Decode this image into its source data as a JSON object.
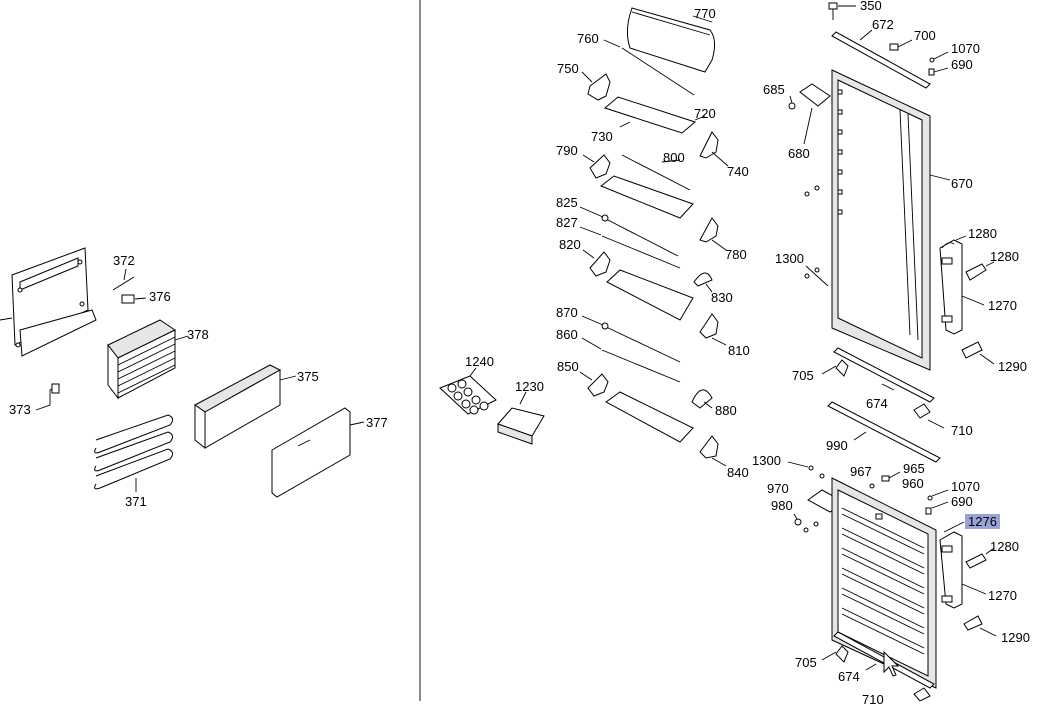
{
  "labels": [
    {
      "text": "770"
    },
    {
      "text": "760"
    },
    {
      "text": "750"
    },
    {
      "text": "720"
    },
    {
      "text": "730"
    },
    {
      "text": "790"
    },
    {
      "text": "800"
    },
    {
      "text": "740"
    },
    {
      "text": "825"
    },
    {
      "text": "827"
    },
    {
      "text": "820"
    },
    {
      "text": "780"
    },
    {
      "text": "830"
    },
    {
      "text": "870"
    },
    {
      "text": "860"
    },
    {
      "text": "810"
    },
    {
      "text": "850"
    },
    {
      "text": "880"
    },
    {
      "text": "840"
    },
    {
      "text": "1240"
    },
    {
      "text": "1230"
    },
    {
      "text": "350"
    },
    {
      "text": "672"
    },
    {
      "text": "700"
    },
    {
      "text": "1070"
    },
    {
      "text": "690"
    },
    {
      "text": "685"
    },
    {
      "text": "680"
    },
    {
      "text": "670"
    },
    {
      "text": "1280"
    },
    {
      "text": "1280"
    },
    {
      "text": "1270"
    },
    {
      "text": "1300"
    },
    {
      "text": "705"
    },
    {
      "text": "674"
    },
    {
      "text": "710"
    },
    {
      "text": "1290"
    },
    {
      "text": "990"
    },
    {
      "text": "1300"
    },
    {
      "text": "967"
    },
    {
      "text": "965"
    },
    {
      "text": "960"
    },
    {
      "text": "1070"
    },
    {
      "text": "970"
    },
    {
      "text": "690"
    },
    {
      "text": "980"
    },
    {
      "text": "1276"
    },
    {
      "text": "1280"
    },
    {
      "text": "1270"
    },
    {
      "text": "1290"
    },
    {
      "text": "705"
    },
    {
      "text": "674"
    },
    {
      "text": "710"
    },
    {
      "text": "372"
    },
    {
      "text": "376"
    },
    {
      "text": "378"
    },
    {
      "text": "375"
    },
    {
      "text": "373"
    },
    {
      "text": "377"
    },
    {
      "text": "371"
    }
  ]
}
